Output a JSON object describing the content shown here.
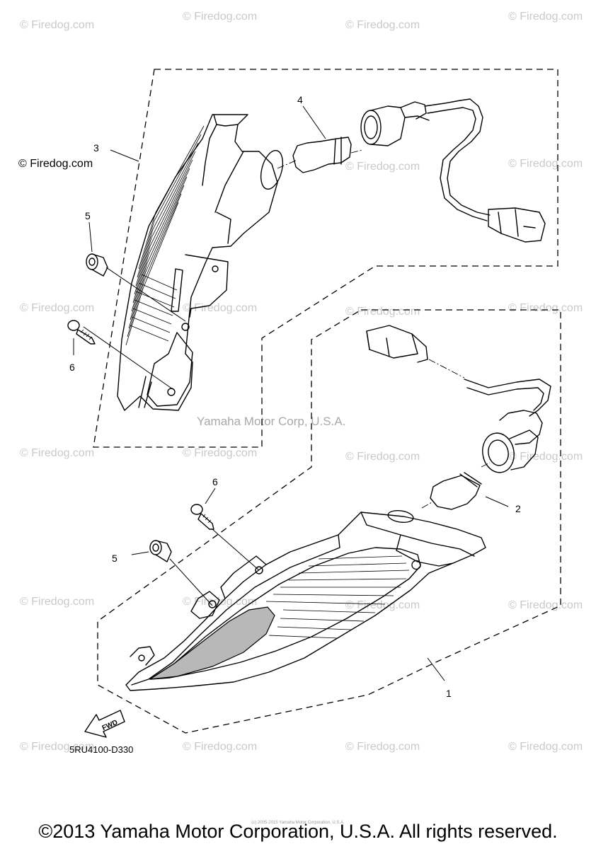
{
  "watermark": {
    "text": "© Firedog.com"
  },
  "center_watermark": "Yamaha Motor Corp, U.S.A.",
  "callouts": {
    "c1": "1",
    "c2": "2",
    "c3": "3",
    "c4": "4",
    "c5_upper": "5",
    "c6_upper": "6",
    "c5_lower": "5",
    "c6_lower": "6"
  },
  "fwd_label": "FWD",
  "diagram_code": "5RU4100-D330",
  "tiny_note": "(c) 2005-2015 Yamaha Motor Corporation, U.S.A.",
  "copyright": "©2013 Yamaha Motor Corporation, U.S.A. All rights reserved."
}
